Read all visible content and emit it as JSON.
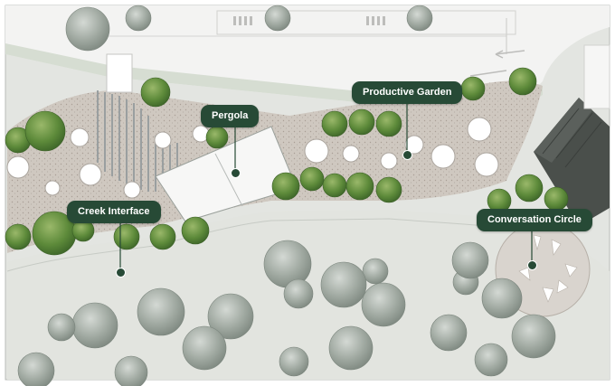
{
  "map": {
    "labels": {
      "productive_garden": "Productive Garden",
      "pergola": "Pergola",
      "creek_interface": "Creek Interface",
      "conversation_circle": "Conversation Circle"
    },
    "colors": {
      "label_bg": "#274a36",
      "lawn": "#e2e4e0",
      "gravel": "#cdc5bd",
      "tree_dark": "#4e7a32",
      "tree_grey": "#9aa39b"
    }
  }
}
